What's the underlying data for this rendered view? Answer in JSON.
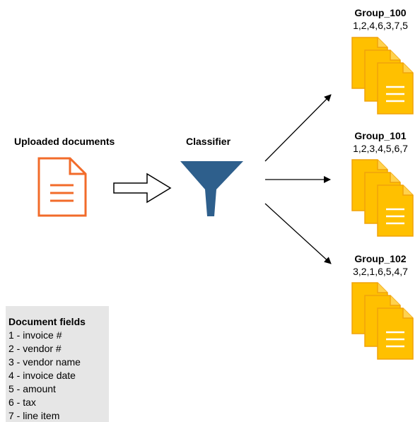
{
  "source": {
    "label": "Uploaded documents"
  },
  "classifier": {
    "label": "Classifier"
  },
  "groups": [
    {
      "name": "Group_100",
      "order": "1,2,4,6,3,7,5"
    },
    {
      "name": "Group_101",
      "order": "1,2,3,4,5,6,7"
    },
    {
      "name": "Group_102",
      "order": "3,2,1,6,5,4,7"
    }
  ],
  "fields": {
    "title": "Document fields",
    "items": [
      "1 - invoice #",
      "2 - vendor #",
      "3 - vendor name",
      "4 - invoice date",
      "5 - amount",
      "6 - tax",
      "7 - line item"
    ]
  },
  "colors": {
    "doc_orange": "#f26b2a",
    "stack_yellow": "#ffc000",
    "stack_edge": "#f0a30a",
    "funnel": "#2e5f8c"
  }
}
